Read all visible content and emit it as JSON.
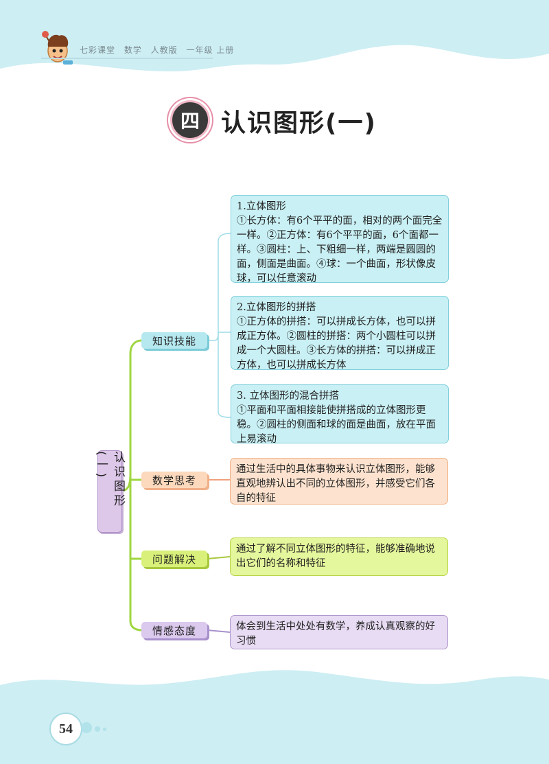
{
  "header": {
    "series": "七彩课堂",
    "subject": "数学",
    "edition": "人教版",
    "grade": "一年级 上册"
  },
  "title": {
    "chapter_number": "四",
    "chapter_title": "认识图形(一)"
  },
  "mindmap": {
    "root": "认识图形(一)",
    "branches": {
      "knowledge": {
        "label": "知识技能",
        "items": [
          {
            "heading": "1.立体图形",
            "text": "①长方体：有6个平平的面，相对的两个面完全一样。②正方体：有6个平平的面，6个面都一样。③圆柱：上、下粗细一样，两端是圆圆的面，侧面是曲面。④球：一个曲面，形状像皮球，可以任意滚动"
          },
          {
            "heading": "2.立体图形的拼搭",
            "text": "①正方体的拼搭：可以拼成长方体，也可以拼成正方体。②圆柱的拼搭：两个小圆柱可以拼成一个大圆柱。③长方体的拼搭：可以拼成正方体，也可以拼成长方体"
          },
          {
            "heading": "3. 立体图形的混合拼搭",
            "text": "①平面和平面相接能使拼搭成的立体图形更稳。②圆柱的侧面和球的面是曲面，放在平面上易滚动"
          }
        ]
      },
      "thinking": {
        "label": "数学思考",
        "text": "通过生活中的具体事物来认识立体图形，能够直观地辨认出不同的立体图形，并感受它们各自的特征"
      },
      "problem": {
        "label": "问题解决",
        "text": "通过了解不同立体图形的特征，能够准确地说出它们的名称和特征"
      },
      "emotion": {
        "label": "情感态度",
        "text": "体会到生活中处处有数学，养成认真观察的好习惯"
      }
    }
  },
  "footer": {
    "page_number": "54"
  },
  "colors": {
    "band": "#cdeef3",
    "knowledge": "#c9f0f4",
    "thinking": "#fde3cf",
    "problem": "#e5f79c",
    "emotion": "#e8dcf4",
    "root": "#dec8ea",
    "connector": "#9fd640"
  }
}
